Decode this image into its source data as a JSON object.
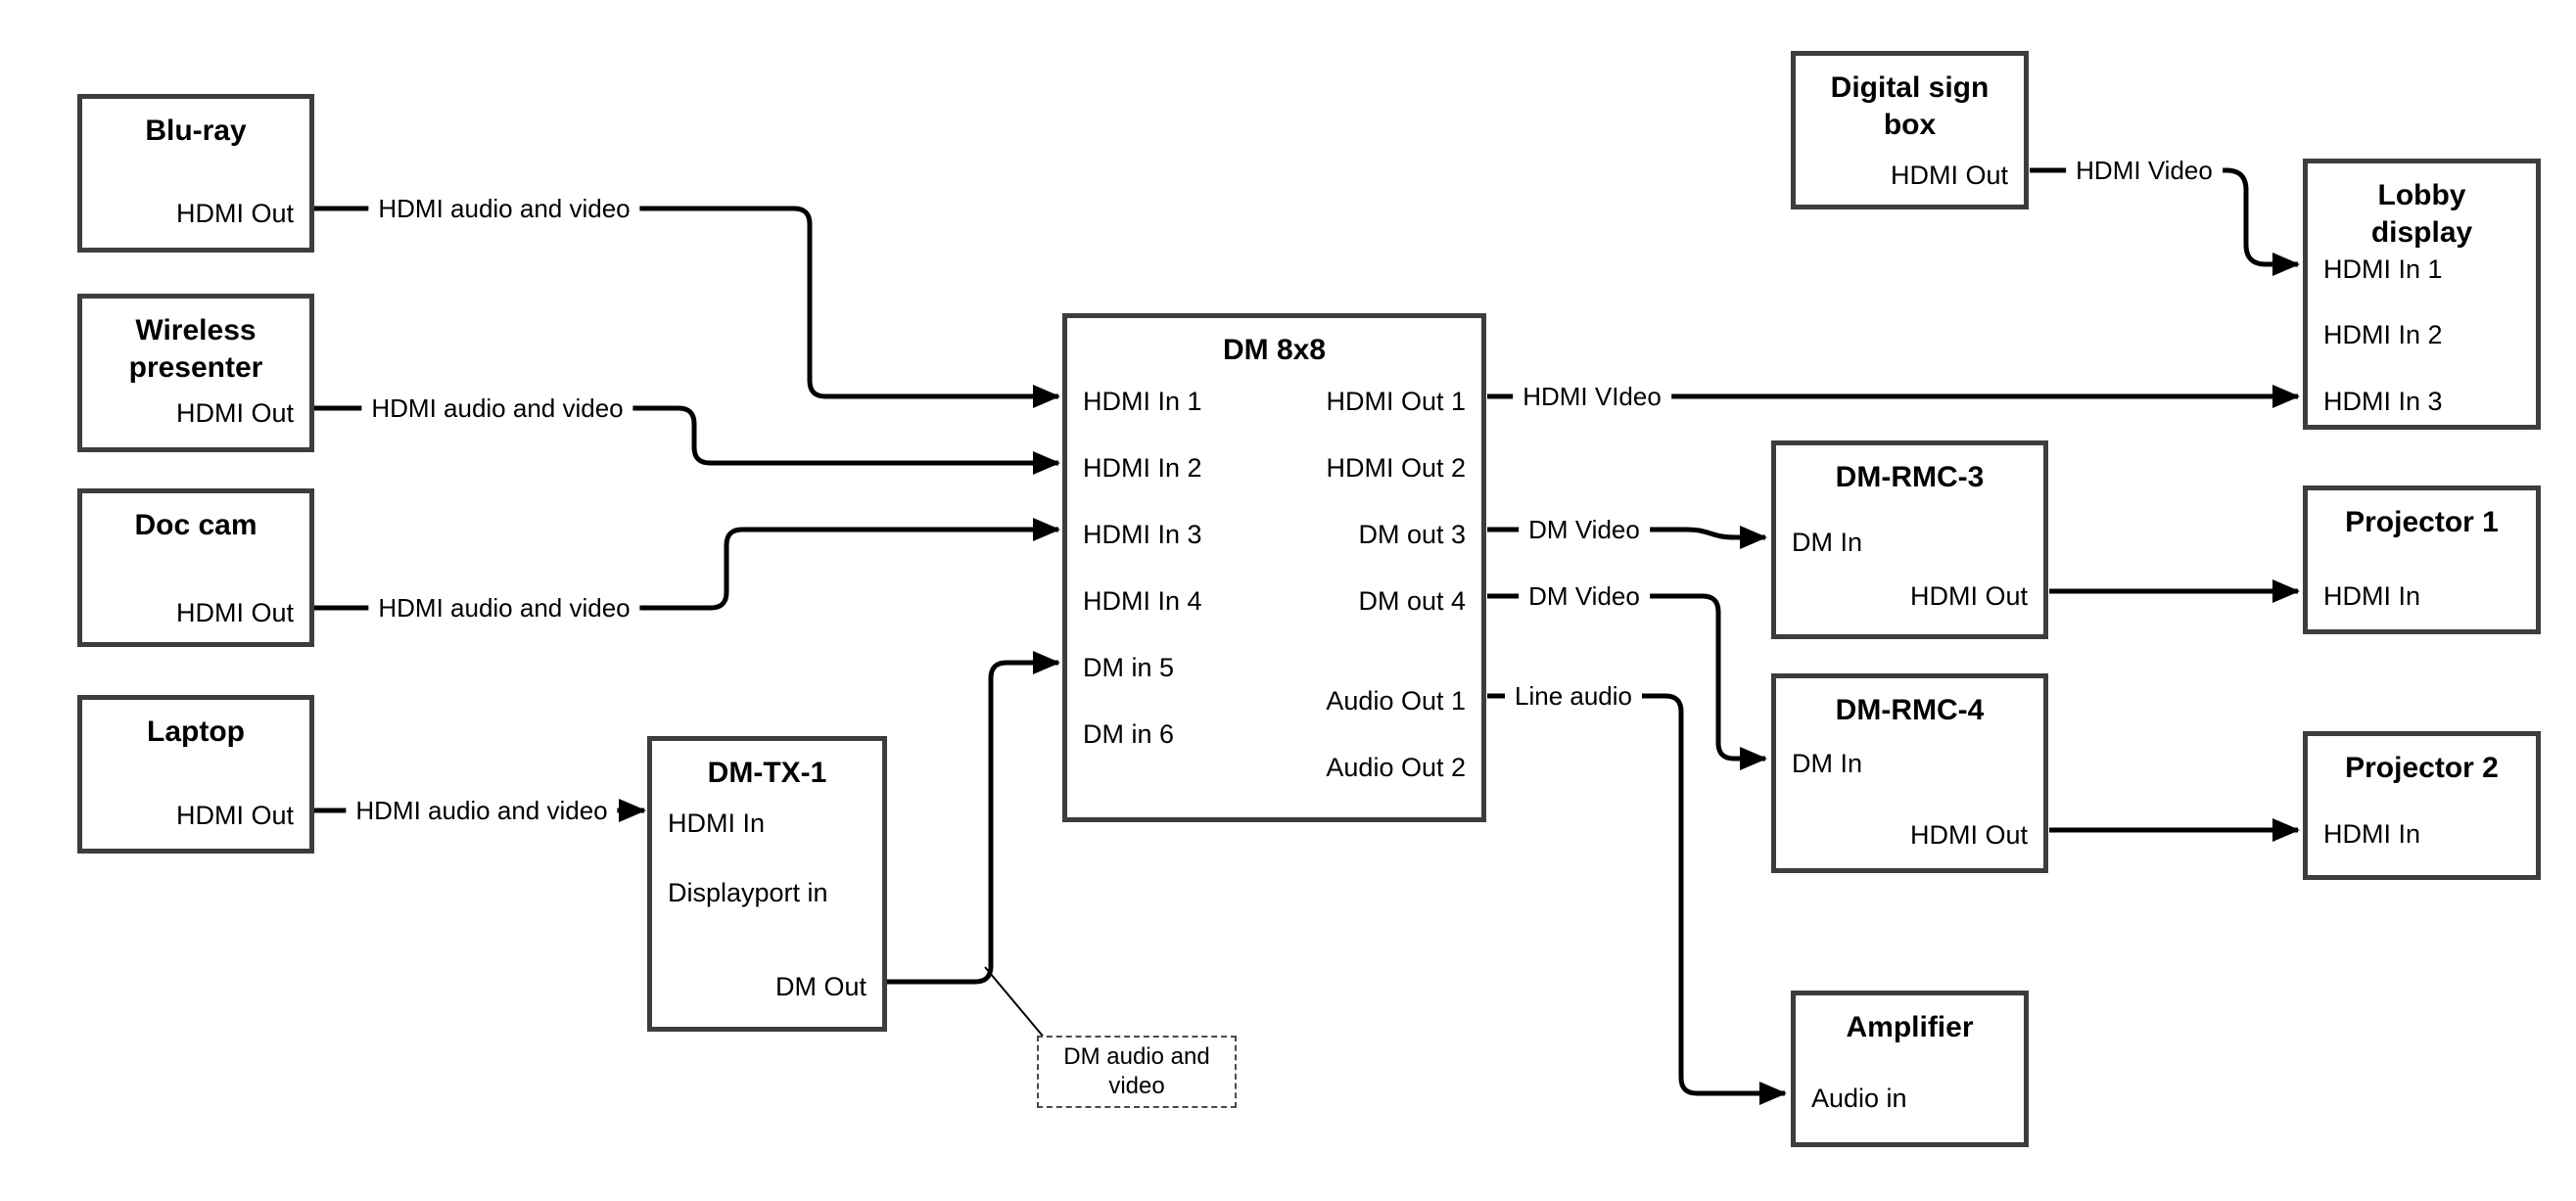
{
  "nodes": {
    "bluray": {
      "title": "Blu-ray",
      "ports": [
        "HDMI Out"
      ]
    },
    "wireless_presenter": {
      "title": "Wireless presenter",
      "ports": [
        "HDMI Out"
      ]
    },
    "doc_cam": {
      "title": "Doc cam",
      "ports": [
        "HDMI Out"
      ]
    },
    "laptop": {
      "title": "Laptop",
      "ports": [
        "HDMI Out"
      ]
    },
    "dm_tx_1": {
      "title": "DM-TX-1",
      "ports": [
        "HDMI In",
        "Displayport in",
        "DM Out"
      ]
    },
    "dm_8x8": {
      "title": "DM 8x8",
      "inputs": [
        "HDMI In 1",
        "HDMI In 2",
        "HDMI In 3",
        "HDMI In 4",
        "DM in 5",
        "DM in 6"
      ],
      "outputs": [
        "HDMI Out 1",
        "HDMI Out 2",
        "DM out 3",
        "DM out 4",
        "Audio Out 1",
        "Audio Out 2"
      ]
    },
    "digital_sign_box": {
      "title": "Digital sign box",
      "ports": [
        "HDMI Out"
      ]
    },
    "lobby_display": {
      "title": "Lobby display",
      "ports": [
        "HDMI In 1",
        "HDMI In 2",
        "HDMI In 3"
      ]
    },
    "dm_rmc_3": {
      "title": "DM-RMC-3",
      "ports": [
        "DM In",
        "HDMI Out"
      ]
    },
    "dm_rmc_4": {
      "title": "DM-RMC-4",
      "ports": [
        "DM In",
        "HDMI Out"
      ]
    },
    "projector_1": {
      "title": "Projector 1",
      "ports": [
        "HDMI In"
      ]
    },
    "projector_2": {
      "title": "Projector 2",
      "ports": [
        "HDMI In"
      ]
    },
    "amplifier": {
      "title": "Amplifier",
      "ports": [
        "Audio in"
      ]
    }
  },
  "note": {
    "text": "DM audio and video"
  },
  "edges": [
    {
      "from": "Blu-ray HDMI Out",
      "to": "DM 8x8 HDMI In 1",
      "label": "HDMI audio and video"
    },
    {
      "from": "Wireless presenter HDMI Out",
      "to": "DM 8x8 HDMI In 2",
      "label": "HDMI audio and video"
    },
    {
      "from": "Doc cam HDMI Out",
      "to": "DM 8x8 HDMI In 3",
      "label": "HDMI audio and video"
    },
    {
      "from": "Laptop HDMI Out",
      "to": "DM-TX-1 HDMI In",
      "label": "HDMI audio and video"
    },
    {
      "from": "DM-TX-1 DM Out",
      "to": "DM 8x8 DM in 5",
      "label": ""
    },
    {
      "from": "DM 8x8 HDMI Out 1",
      "to": "Lobby display HDMI In 3",
      "label": "HDMI VIdeo"
    },
    {
      "from": "Digital sign box HDMI Out",
      "to": "Lobby display HDMI In 1",
      "label": "HDMI Video"
    },
    {
      "from": "DM 8x8 DM out 3",
      "to": "DM-RMC-3 DM In",
      "label": "DM Video"
    },
    {
      "from": "DM 8x8 DM out 4",
      "to": "DM-RMC-4 DM In",
      "label": "DM Video"
    },
    {
      "from": "DM 8x8 Audio Out 1",
      "to": "Amplifier Audio in",
      "label": "Line audio"
    },
    {
      "from": "DM-RMC-3 HDMI Out",
      "to": "Projector 1 HDMI In",
      "label": ""
    },
    {
      "from": "DM-RMC-4 HDMI Out",
      "to": "Projector 2 HDMI In",
      "label": ""
    }
  ],
  "colors": {
    "background": "#ffffff",
    "box_border": "#3d3d3d",
    "wire": "#000000",
    "text": "#000000"
  }
}
